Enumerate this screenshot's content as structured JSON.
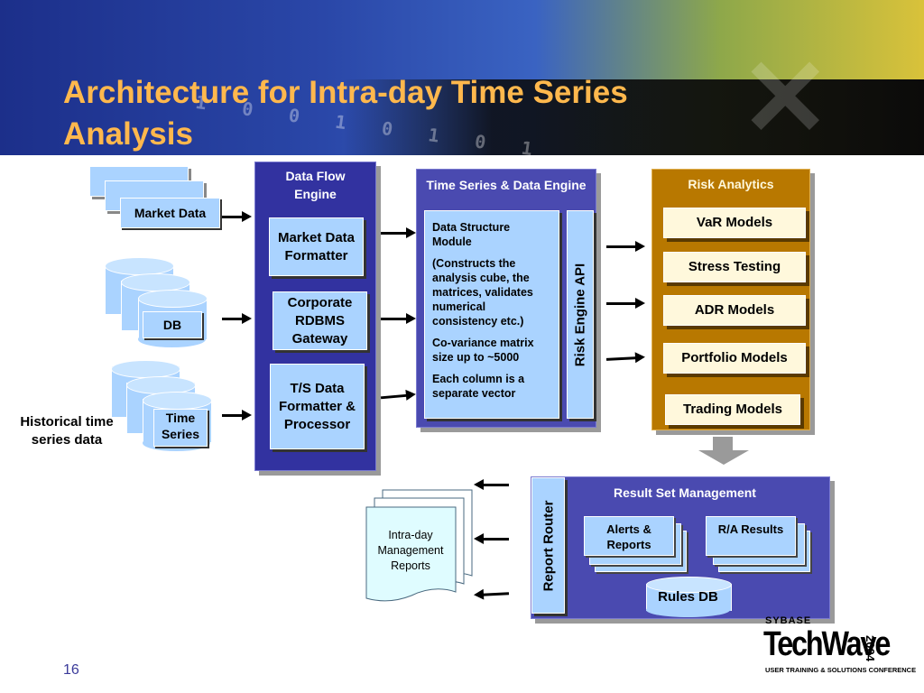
{
  "slide": {
    "title": "Architecture for Intra-day Time Series Analysis",
    "page_number": "16"
  },
  "sources": {
    "market_data": "Market Data",
    "db": "DB",
    "time_series": "Time Series",
    "historical_caption": "Historical time series data"
  },
  "data_flow_engine": {
    "title": "Data Flow Engine",
    "items": [
      "Market Data Formatter",
      "Corporate RDBMS Gateway",
      "T/S Data Formatter & Processor"
    ]
  },
  "ts_engine": {
    "title": "Time Series & Data Engine",
    "module_title": "Data Structure Module",
    "module_desc": "(Constructs the analysis cube, the matrices, validates numerical consistency etc.)",
    "covariance": "Co-variance matrix size up to ~5000",
    "column_note": "Each column is a separate vector",
    "api": "Risk Engine API"
  },
  "risk_analytics": {
    "title": "Risk Analytics",
    "models": [
      "VaR Models",
      "Stress Testing",
      "ADR Models",
      "Portfolio Models",
      "Trading  Models"
    ]
  },
  "result_set": {
    "title": "Result Set Management",
    "router": "Report Router",
    "alerts": "Alerts & Reports",
    "ra": "R/A Results",
    "rules_db": "Rules DB"
  },
  "reports": {
    "label": "Intra-day Management Reports"
  },
  "logo": {
    "brand": "SYBASE",
    "product": "TechWave",
    "year": "2004",
    "tagline": "USER TRAINING & SOLUTIONS CONFERENCE"
  },
  "colors": {
    "panel_blue": "#3232a0",
    "light_blue": "#aad3ff",
    "risk_orange": "#b87800",
    "title_orange": "#ffb84d"
  }
}
